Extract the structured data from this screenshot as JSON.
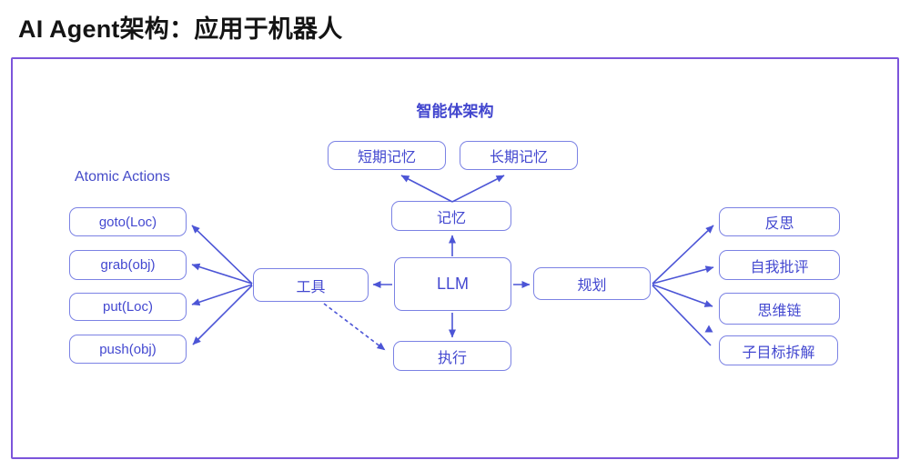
{
  "page_title": "AI Agent架构：应用于机器人",
  "diagram": {
    "heading": "智能体架构",
    "side_label": "Atomic Actions",
    "nodes": {
      "short_term_memory": "短期记忆",
      "long_term_memory": "长期记忆",
      "memory": "记忆",
      "llm": "LLM",
      "tools": "工具",
      "planning": "规划",
      "execute": "执行",
      "goto_action": "goto(Loc)",
      "grab_action": "grab(obj)",
      "put_action": "put(Loc)",
      "push_action": "push(obj)",
      "reflection": "反思",
      "self_criticism": "自我批评",
      "chain_of_thought": "思维链",
      "subgoal_decomposition": "子目标拆解"
    },
    "colors": {
      "frame_border": "#7C55DB",
      "node_border": "#7B82E4",
      "node_text": "#4348D0",
      "arrow": "#4C55D6",
      "heading_text": "#4145CE",
      "title_text": "#141414"
    }
  }
}
